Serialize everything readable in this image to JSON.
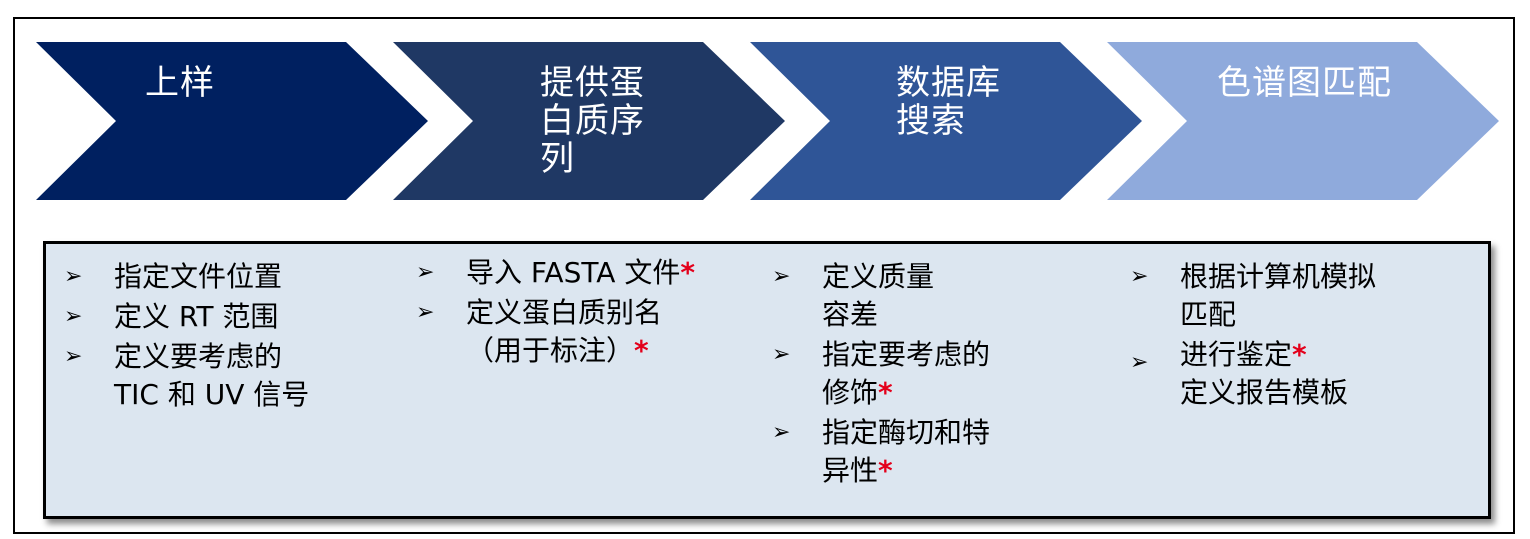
{
  "diagram": {
    "steps": [
      {
        "label": "上样",
        "color": "#002060"
      },
      {
        "label": "提供蛋\n白质序\n列",
        "color": "#1f3864"
      },
      {
        "label": "数据库\n搜索",
        "color": "#2f5597"
      },
      {
        "label": "色谱图匹配",
        "color": "#8faadc"
      }
    ],
    "details": [
      {
        "items": [
          {
            "text": "指定文件位置",
            "starred": false
          },
          {
            "text": "定义 RT 范围",
            "starred": false
          },
          {
            "text": "定义要考虑的\nTIC 和 UV 信号",
            "starred": false
          }
        ]
      },
      {
        "items": [
          {
            "text": "导入 FASTA 文件",
            "starred": true
          },
          {
            "text": "定义蛋白质别名\n（用于标注）",
            "starred": true
          }
        ]
      },
      {
        "items": [
          {
            "text": "定义质量\n容差",
            "starred": false
          },
          {
            "text": "指定要考虑的\n修饰",
            "starred": true
          },
          {
            "text": "指定酶切和特\n异性",
            "starred": true
          }
        ]
      },
      {
        "items": [
          {
            "text": "根据计算机模拟\n匹配",
            "starred": false
          },
          {
            "text": "进行鉴定",
            "starred": true,
            "nobullet": false
          },
          {
            "text": "定义报告模板",
            "starred": false,
            "nobullet": true
          }
        ]
      }
    ],
    "bullet_glyph": "➢",
    "star_glyph": "*",
    "panel_color": "#dce6f0",
    "star_color": "#e3001b"
  }
}
